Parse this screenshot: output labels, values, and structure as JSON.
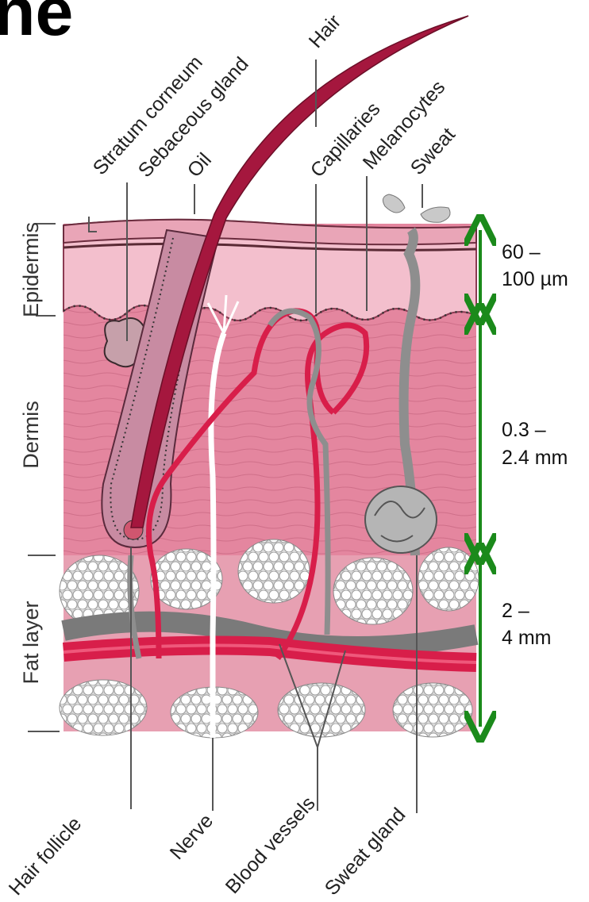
{
  "heading": "ne",
  "labels": {
    "stratum_corneum": "Stratum corneum",
    "sebaceous_gland": "Sebaceous gland",
    "hair": "Hair",
    "oil": "Oil",
    "capillaries": "Capillaries",
    "melanocytes": "Melanocytes",
    "sweat": "Sweat",
    "hair_follicle": "Hair follicle",
    "nerve": "Nerve",
    "blood_vessels": "Blood vessels",
    "sweat_gland": "Sweat gland"
  },
  "layers": {
    "epidermis": "Epidermis",
    "dermis": "Dermis",
    "fat_layer": "Fat layer"
  },
  "thickness": [
    {
      "line1": "60 –",
      "line2": "100 µm"
    },
    {
      "line1": "0.3 –",
      "line2": "2.4 mm"
    },
    {
      "line1": "2 –",
      "line2": "4 mm"
    }
  ],
  "colors": {
    "arrow": "#1b8a1b",
    "dermis": "#e58ba3",
    "epidermis": "#f4c4d0",
    "vessel_red": "#d81e4a",
    "vessel_gray": "#8e8e8e",
    "hair": "#a5173e",
    "fat": "#f4f4f4"
  }
}
